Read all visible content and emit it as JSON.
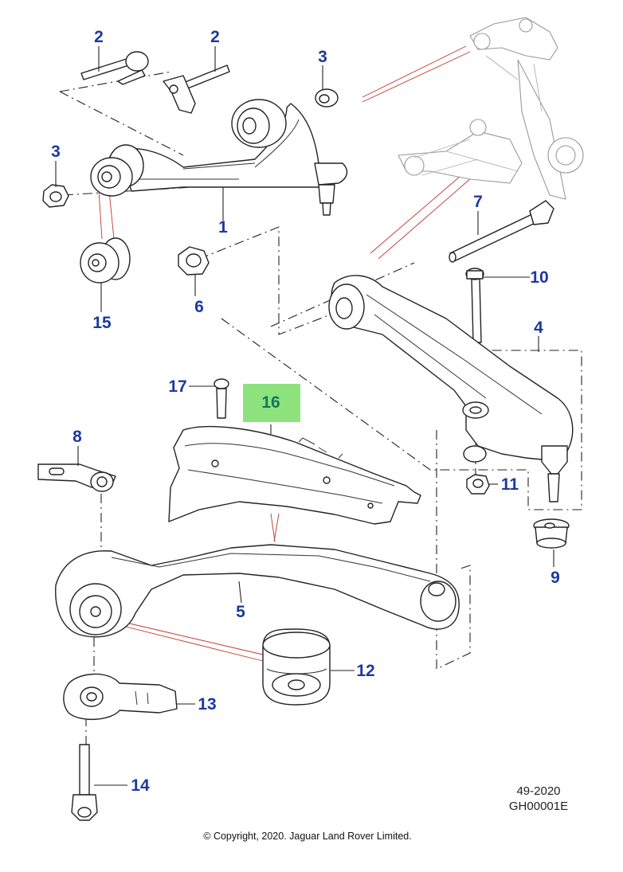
{
  "diagram": {
    "callouts": {
      "c1": "1",
      "c2a": "2",
      "c2b": "2",
      "c3a": "3",
      "c3b": "3",
      "c4": "4",
      "c5": "5",
      "c6": "6",
      "c7": "7",
      "c8": "8",
      "c9": "9",
      "c10": "10",
      "c11": "11",
      "c12": "12",
      "c13": "13",
      "c14": "14",
      "c15": "15",
      "c16": "16",
      "c17": "17"
    },
    "reference": {
      "date": "49-2020",
      "code": "GH00001E"
    },
    "copyright": "© Copyright, 2020. Jaguar Land Rover Limited.",
    "colors": {
      "callout": "#1c3a9e",
      "highlight_box": "#8ee27d",
      "highlight_text": "#0e7a5c",
      "reference_lines": "#c0392b"
    }
  }
}
